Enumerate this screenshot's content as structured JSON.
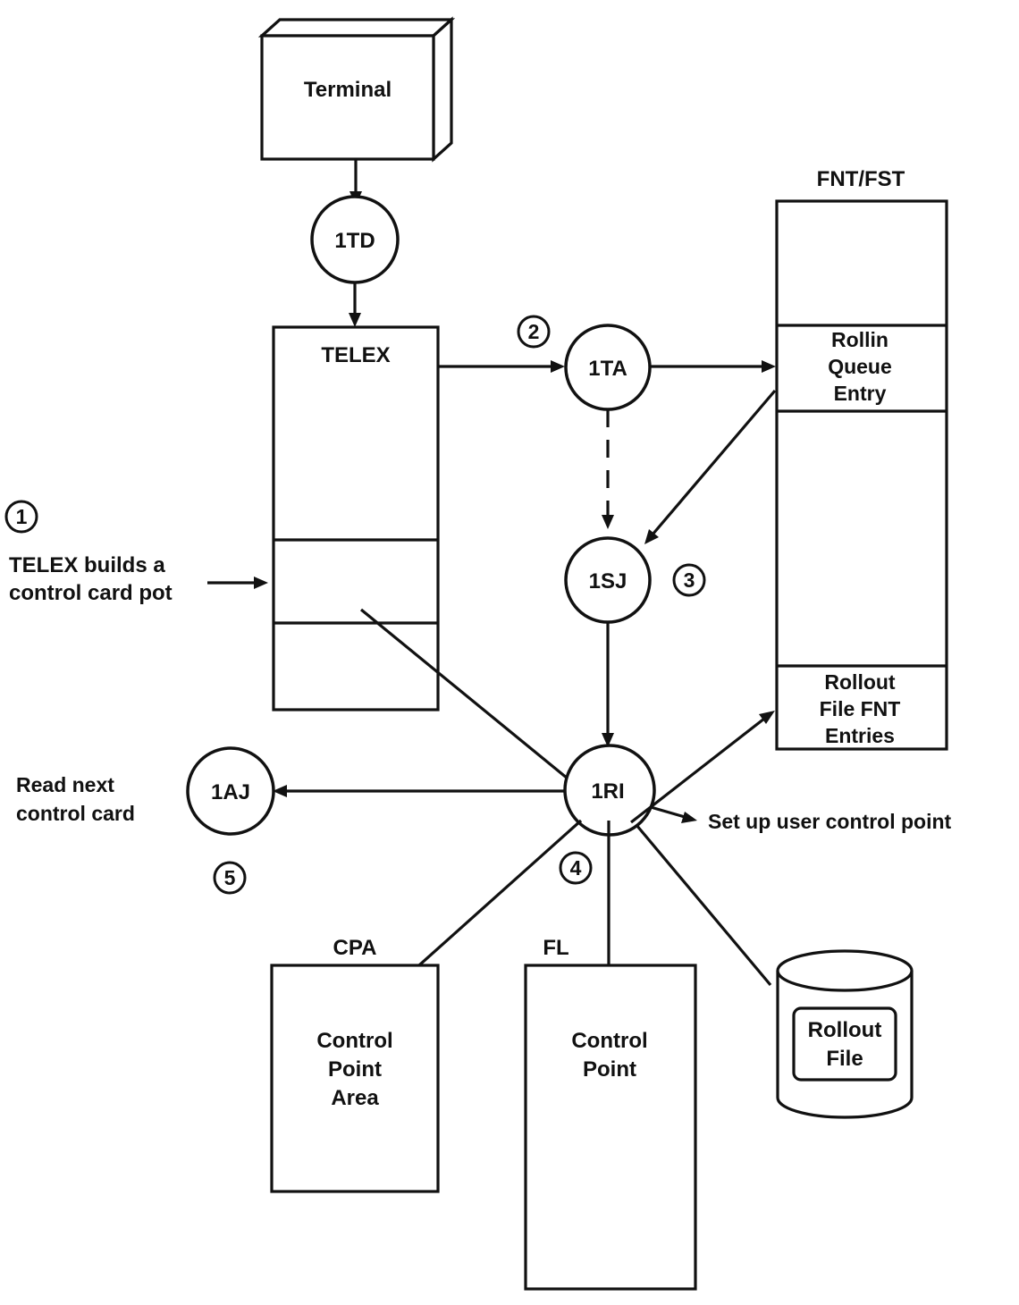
{
  "terminal": {
    "label": "Terminal"
  },
  "nodes": {
    "n1td": "1TD",
    "n1ta": "1TA",
    "n1sj": "1SJ",
    "n1ri": "1RI",
    "n1aj": "1AJ"
  },
  "telex": {
    "label": "TELEX"
  },
  "fnt_fst": {
    "title": "FNT/FST",
    "rollin_line1": "Rollin",
    "rollin_line2": "Queue",
    "rollin_line3": "Entry",
    "rollout_line1": "Rollout",
    "rollout_line2": "File FNT",
    "rollout_line3": "Entries"
  },
  "cpa": {
    "title": "CPA",
    "line1": "Control",
    "line2": "Point",
    "line3": "Area"
  },
  "fl": {
    "title": "FL",
    "line1": "Control",
    "line2": "Point"
  },
  "rollout_file": {
    "line1": "Rollout",
    "line2": "File"
  },
  "steps": {
    "s1": "1",
    "s2": "2",
    "s3": "3",
    "s4": "4",
    "s5": "5"
  },
  "annotations": {
    "telex_builds_line1": "TELEX builds a",
    "telex_builds_line2": "control card pot",
    "read_next_line1": "Read next",
    "read_next_line2": "control card",
    "setup_user": "Set up user control point"
  }
}
